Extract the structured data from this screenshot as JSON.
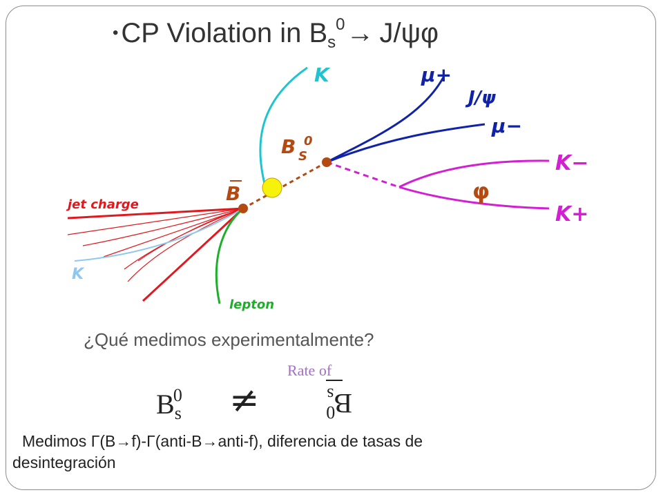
{
  "title": {
    "bullet": "•",
    "main": "CP Violation in B",
    "sub": "s",
    "sup": "0",
    "arrow": "→",
    "decay": "J/ψφ"
  },
  "diagram_labels": {
    "k_top": "K",
    "mu_plus": "μ+",
    "jpsi": "J/ψ",
    "mu_minus": "μ−",
    "bs0_main": "B",
    "bs0_sub": "S",
    "bs0_sup": "0",
    "k_minus": "K−",
    "phi": "φ",
    "k_plus": "K+",
    "bbar": "B",
    "jet_charge": "jet charge",
    "k_bottom": "K",
    "lepton": "lepton"
  },
  "colors": {
    "kaon_cyan": "#1fc4cf",
    "muon_blue": "#1023a8",
    "phi_magenta": "#d21fd2",
    "jet_red": "#e0191e",
    "lepton_green": "#1fae2a",
    "kaon_light_blue": "#8ec8ee",
    "vertex_brown": "#b34a12",
    "tag_yellow": "#f6f20c",
    "label_dark_blue": "#0b1c8c"
  },
  "question": "¿Qué medimos experimentalmente?",
  "rate_of": "Rate of",
  "equation": {
    "left_b": "B",
    "left_sub": "s",
    "left_sup": "0",
    "neq": "≠",
    "right_b": "B",
    "right_sub": "s",
    "right_sup": "0"
  },
  "footer": {
    "line1": "Medimos Γ(B→f)-Γ(anti-B→anti-f), diferencia de tasas de",
    "line2": "desintegración"
  }
}
